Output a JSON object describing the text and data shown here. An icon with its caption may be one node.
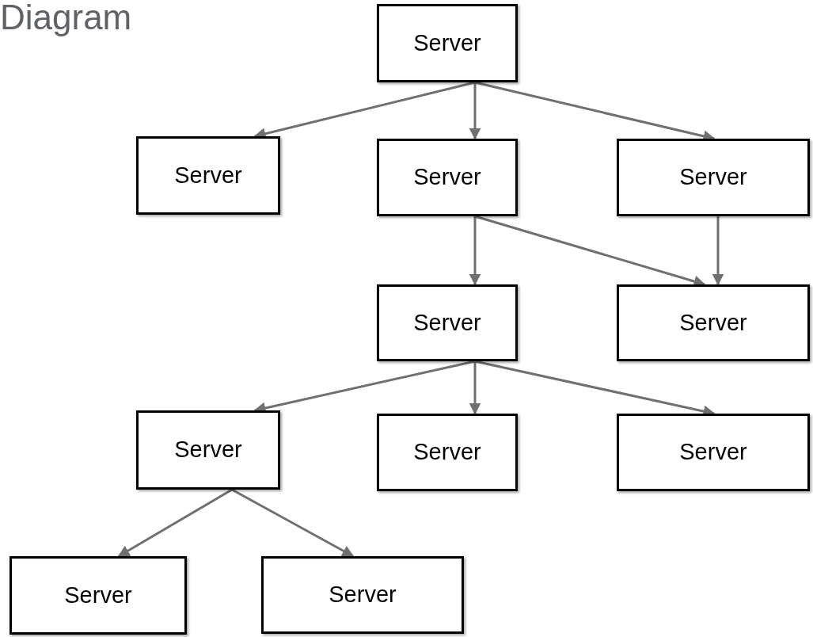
{
  "diagram": {
    "title": "Diagram",
    "nodes": [
      {
        "text": [
          "Server"
        ]
      },
      {
        "text": [
          "Server"
        ]
      },
      {
        "text": [
          "Server"
        ]
      },
      {
        "text": [
          "Server"
        ]
      },
      {
        "text": [
          "Server"
        ]
      },
      {
        "text": [
          "Server"
        ]
      },
      {
        "text": [
          "Server"
        ]
      },
      {
        "text": [
          "Server"
        ]
      },
      {
        "text": [
          "Server"
        ]
      },
      {
        "text": [
          "Server"
        ]
      },
      {
        "text": [
          "Server"
        ]
      }
    ],
    "edges": [
      {
        "from": 0,
        "to": 1,
        "arrow": "to"
      },
      {
        "from": 0,
        "to": 2,
        "arrow": "to"
      },
      {
        "from": 0,
        "to": 3,
        "arrow": "to"
      },
      {
        "from": 2,
        "to": 4,
        "arrow": "to"
      },
      {
        "from": 2,
        "to": 5,
        "arrow": "to"
      },
      {
        "from": 3,
        "to": 5,
        "arrow": "to"
      },
      {
        "from": 4,
        "to": 6,
        "arrow": "to"
      },
      {
        "from": 4,
        "to": 7,
        "arrow": "to"
      },
      {
        "from": 4,
        "to": 8,
        "arrow": "to"
      },
      {
        "from": 6,
        "to": 9,
        "arrow": "to"
      },
      {
        "from": 6,
        "to": 10,
        "arrow": "to"
      }
    ]
  }
}
